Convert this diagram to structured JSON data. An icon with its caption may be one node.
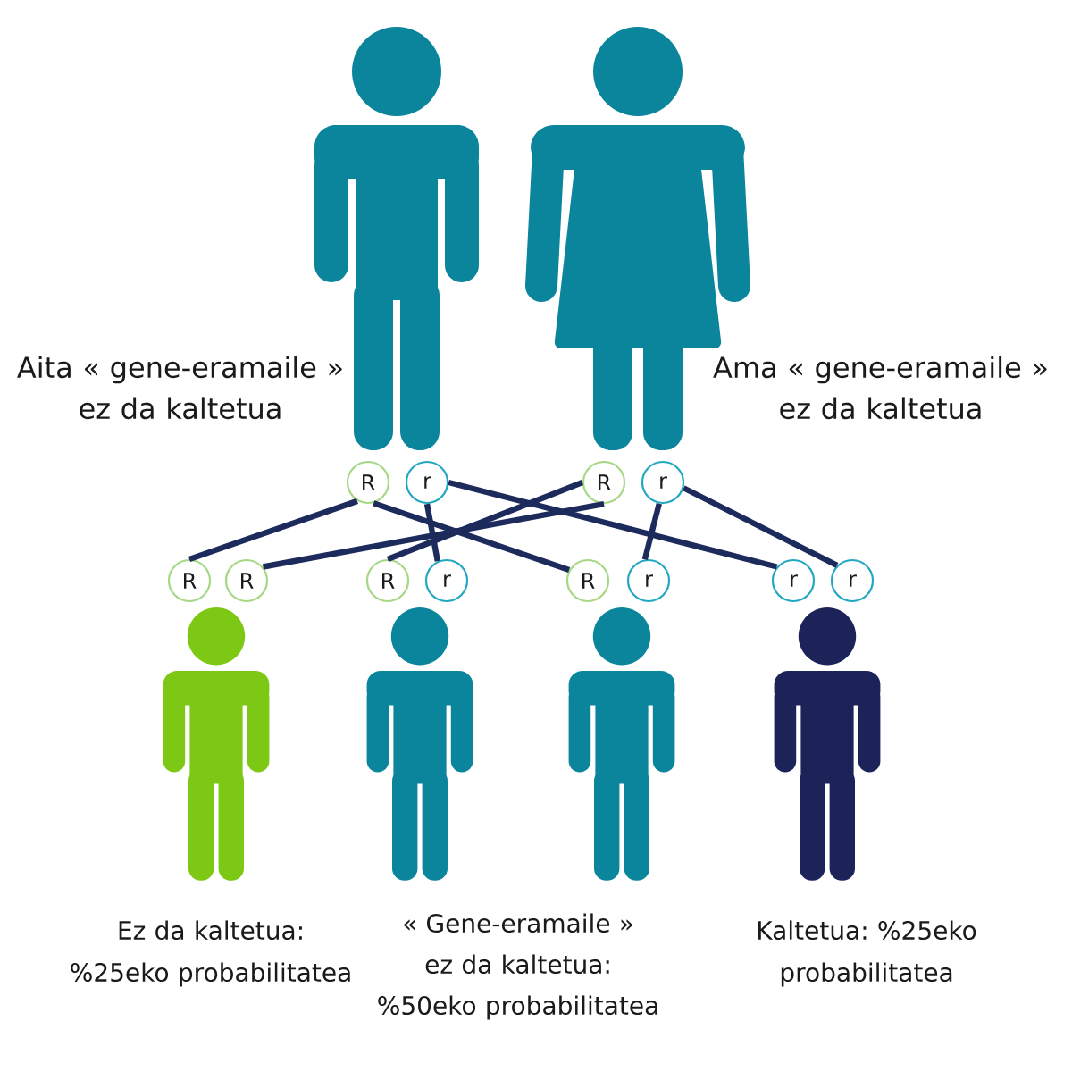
{
  "diagram": {
    "nodes": [
      {
        "text": [],
        "shape": "person",
        "beside": [
          "Aita « gene-eramaile » ez da kaltetua"
        ]
      },
      {
        "text": [],
        "shape": "person",
        "beside": [
          "Ama « gene-eramaile » ez da kaltetua"
        ]
      },
      {
        "text": [
          "R"
        ]
      },
      {
        "text": [
          "r"
        ]
      },
      {
        "text": [
          "R"
        ]
      },
      {
        "text": [
          "r"
        ]
      },
      {
        "text": [
          "R"
        ]
      },
      {
        "text": [
          "R"
        ]
      },
      {
        "text": [
          "R"
        ]
      },
      {
        "text": [
          "r"
        ]
      },
      {
        "text": [
          "R"
        ]
      },
      {
        "text": [
          "r"
        ]
      },
      {
        "text": [
          "r"
        ]
      },
      {
        "text": [
          "r"
        ]
      },
      {
        "text": [],
        "shape": "person",
        "beside": [
          "Ez da kaltetua: %25eko probabilitatea"
        ]
      },
      {
        "text": [],
        "shape": "person"
      },
      {
        "text": [],
        "shape": "person"
      },
      {
        "text": [],
        "shape": "person",
        "beside": [
          "Kaltetua: %25eko probabilitatea"
        ]
      }
    ],
    "edges": [
      {
        "from": 2,
        "to": 6,
        "arrow": "none"
      },
      {
        "from": 4,
        "to": 7,
        "arrow": "none"
      },
      {
        "from": 4,
        "to": 8,
        "arrow": "none"
      },
      {
        "from": 3,
        "to": 9,
        "arrow": "none"
      },
      {
        "from": 2,
        "to": 10,
        "arrow": "none"
      },
      {
        "from": 5,
        "to": 11,
        "arrow": "none"
      },
      {
        "from": 3,
        "to": 12,
        "arrow": "none"
      },
      {
        "from": 5,
        "to": 13,
        "arrow": "none"
      }
    ],
    "labels": [
      "« Gene-eramaile » ez da kaltetua: %50eko probabilitatea"
    ]
  }
}
